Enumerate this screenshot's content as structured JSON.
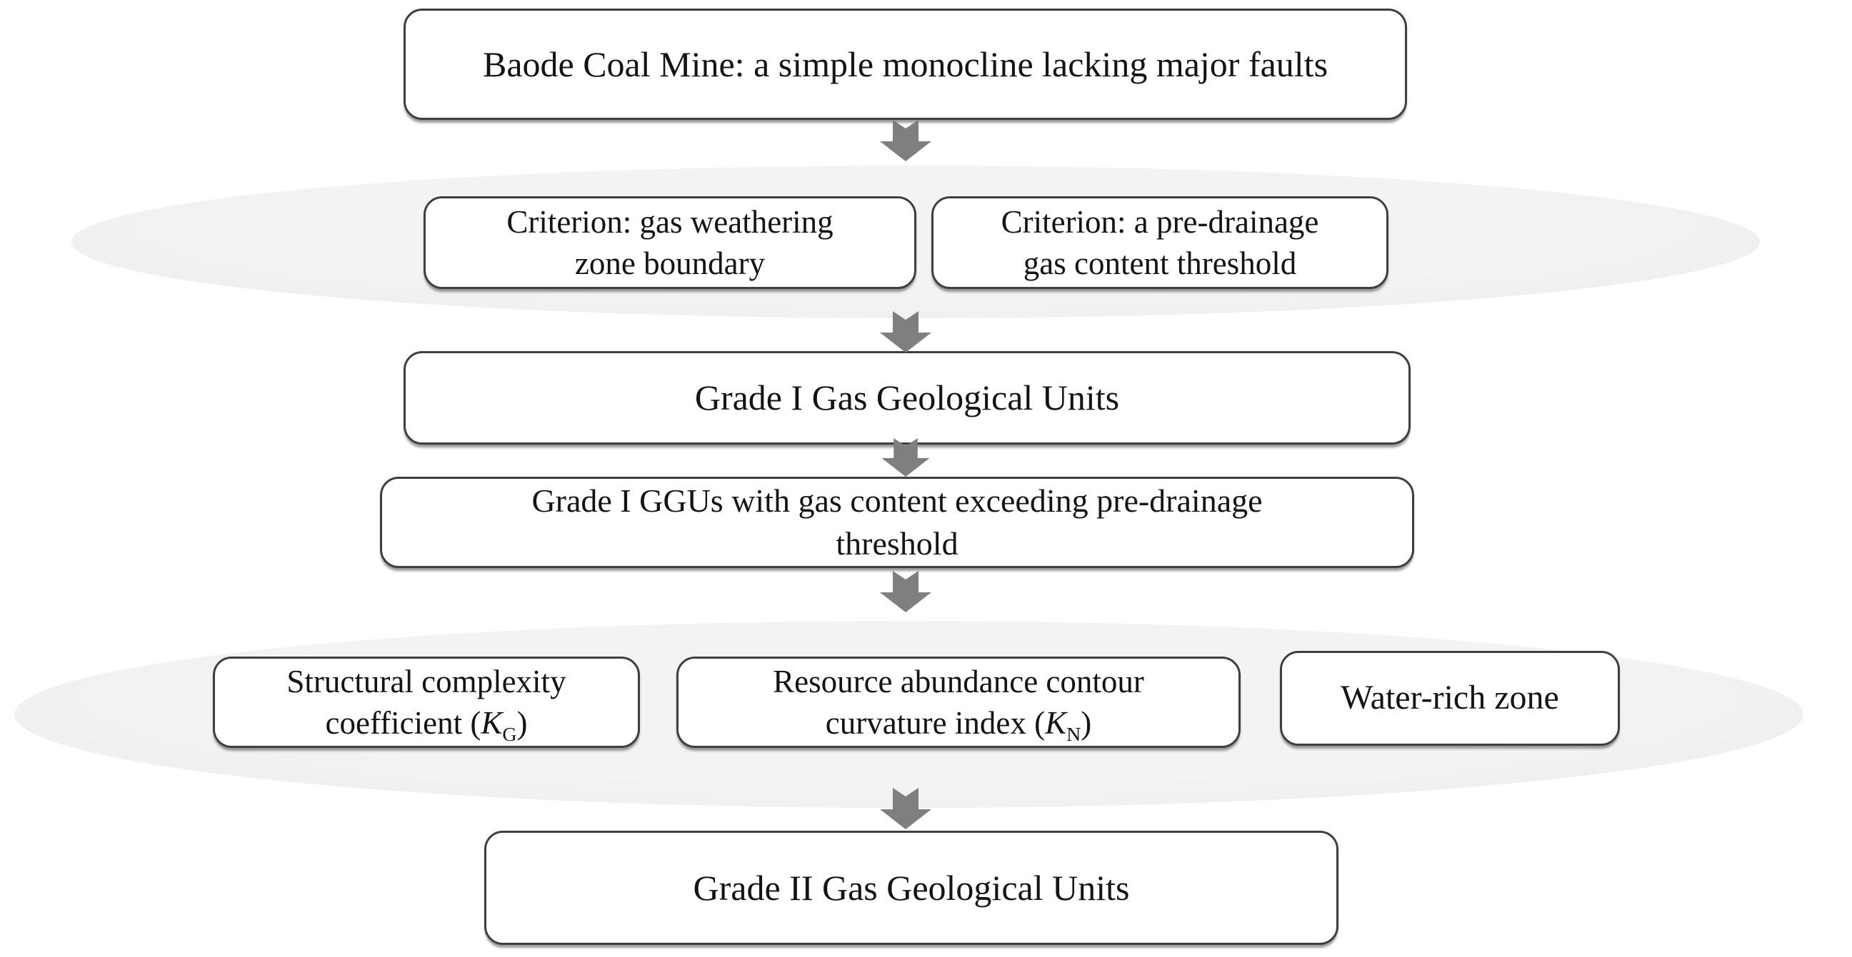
{
  "colors": {
    "box_fill": "#ffffff",
    "box_border": "#3f3f3f",
    "ellipse_fill": "#f1f1f2",
    "arrow_fill": "#7f7f7f",
    "text": "#141414"
  },
  "nodes": {
    "mine": {
      "label": "Baode Coal Mine: a simple monocline lacking major faults"
    },
    "criterion_weathering": {
      "lines": [
        "Criterion: gas weathering",
        "zone boundary"
      ]
    },
    "criterion_predrainage": {
      "lines": [
        "Criterion: a pre-drainage",
        "gas content threshold"
      ]
    },
    "grade1": {
      "label": "Grade I Gas Geological Units"
    },
    "grade1_exceeding": {
      "lines": [
        "Grade I GGUs with gas content exceeding pre-drainage",
        "threshold"
      ]
    },
    "kg": {
      "line1": "Structural complexity",
      "line2_prefix": "coefficient (",
      "symbol": "K",
      "subscript": "G",
      "line2_suffix": ")"
    },
    "kn": {
      "line1": "Resource abundance contour",
      "line2_prefix": "curvature index (",
      "symbol": "K",
      "subscript": "N",
      "line2_suffix": ")"
    },
    "water": {
      "label": "Water-rich zone"
    },
    "grade2": {
      "label": "Grade II Gas Geological Units"
    }
  }
}
